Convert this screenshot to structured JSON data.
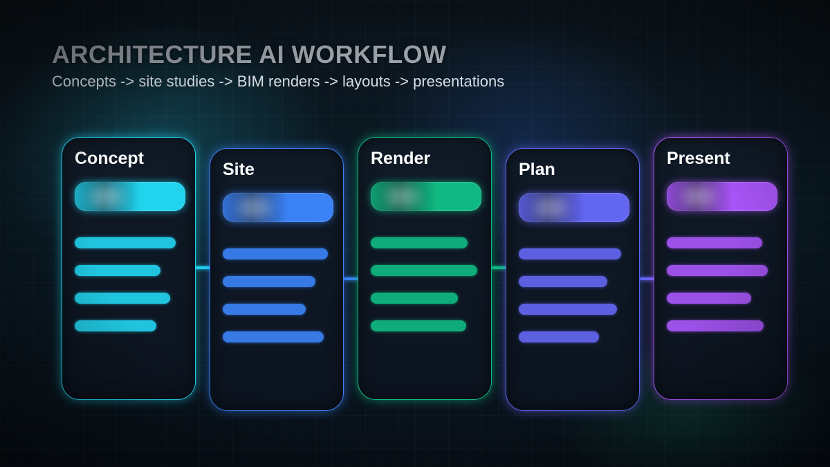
{
  "header": {
    "title": "ARCHITECTURE AI WORKFLOW",
    "subtitle": "Concepts -> site studies -> BIM renders -> layouts -> presentations"
  },
  "stages": [
    {
      "label": "Concept",
      "color": "#22d3ee"
    },
    {
      "label": "Site",
      "color": "#3b82f6"
    },
    {
      "label": "Render",
      "color": "#10b981"
    },
    {
      "label": "Plan",
      "color": "#6366f1"
    },
    {
      "label": "Present",
      "color": "#a855f7"
    }
  ]
}
